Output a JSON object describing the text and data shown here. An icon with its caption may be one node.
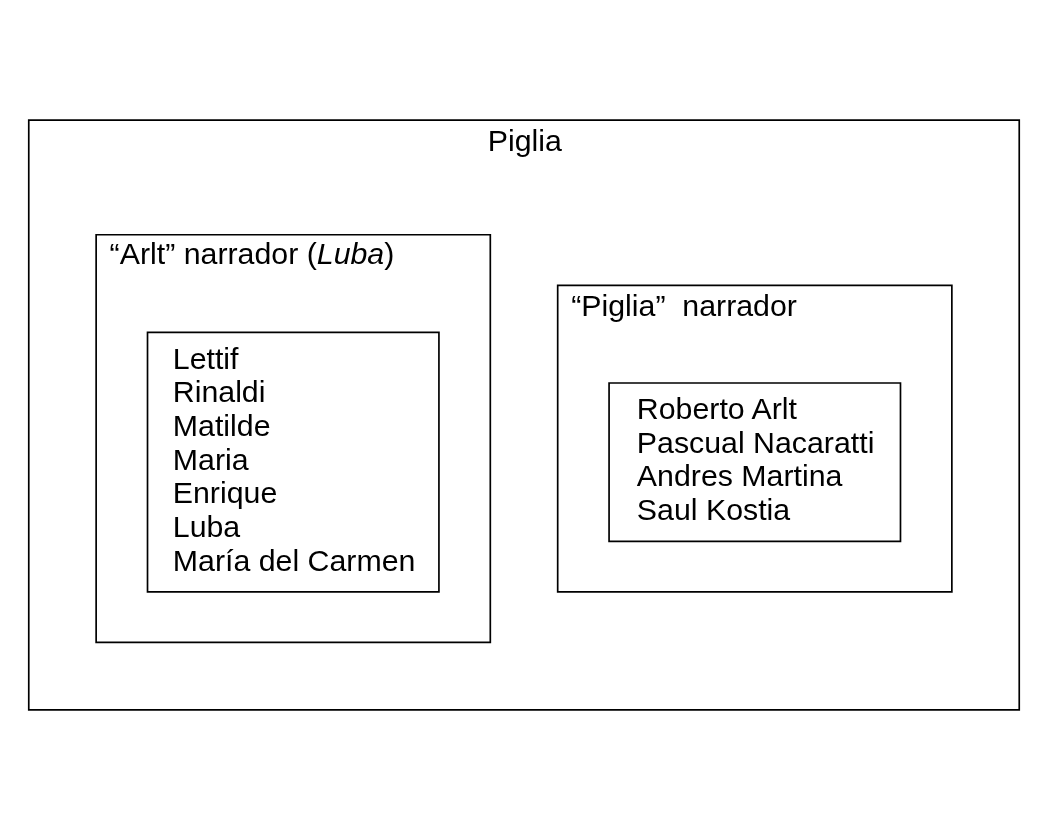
{
  "diagram": {
    "nodes": [
      {
        "text": [
          "Piglia"
        ]
      },
      {
        "text": [
          "“Piglia”  narrador"
        ],
        "in": 0
      },
      {
        "text": [
          "Roberto Arlt",
          "Pascual Nacaratti",
          "Andres Martina",
          "Saul Kostia"
        ],
        "in": 1
      },
      {
        "text": [
          "“Arlt” narrador (*Luba*)"
        ],
        "in": 0
      },
      {
        "text": [
          "Lettif",
          "Rinaldi",
          "Matilde",
          "Maria",
          "Enrique",
          "Luba",
          "María del Carmen"
        ],
        "in": 3
      }
    ]
  }
}
